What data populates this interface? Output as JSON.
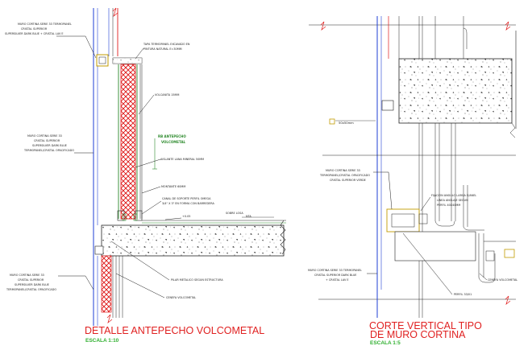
{
  "left_detail": {
    "title": "DETALLE ANTEPECHO VOLCOMETAL",
    "scale": "ESCALA 1:10",
    "annotations": {
      "muro_top_1": "MURO CORTINA SERIE 33 TERMOPANEL",
      "muro_top_2": "CRISTAL SUPERIOR",
      "muro_top_3": "SUPERSILVER DARK BLUE + CRISTAL LAV E",
      "tapa_1": "TAPA TERMOPANEL EXCAVADO EN",
      "tapa_2": "PINTURA NATURAL e=30mm",
      "volcanita": "VOLCANITA 15mm",
      "antepecho_1": "RB ANTEPECHO",
      "antepecho_2": "VOLCOMETAL",
      "muro_mid_1": "MURO CORTINA SERIE 33",
      "muro_mid_2": "CRISTAL SUPERIOR",
      "muro_mid_3": "SUPERSILVER DARK BLUE",
      "muro_mid_4": "TERMOPANEL/CRISTAL OPACIFICADO",
      "aislante": "AISLANTE LANA MINERAL 50mm",
      "montante": "MONTANTE 60mm",
      "canal_1": "CANAL DE SOPORTE PERFIL OMEGA",
      "canal_2": "3/4\" x 3\" EN FORMA CON BARREDERA",
      "nivel": "+0.05",
      "sobre_losa": "SOBRE LOSA",
      "nta": "NTA",
      "muro_low_1": "MURO CORTINA SERIE 33",
      "muro_low_2": "CRISTAL SUPERIOR",
      "muro_low_3": "SUPERSILVER DARK BLUE",
      "muro_low_4": "TERMOPANEL/CRISTAL OPACIFICADO",
      "pilar": "PILAR METALICO SEGUN ESTRUCTURA",
      "cenefa": "CENEFA VOLCOMETAL"
    }
  },
  "right_detail": {
    "title_line1": "CORTE VERTICAL TIPO",
    "title_line2": "DE MURO CORTINA",
    "scale": "ESCALA 1:5",
    "dimension": "50x50mm",
    "annotations": {
      "muro_1": "MURO CORTINA SERIE 33",
      "muro_2": "TERMOPANEL/CRISTAL OPACIFICADO",
      "muro_3": "CRISTAL SUPERIOR VERDE",
      "fijacion_1": "FIJACION ANGULO LARGA E/ANEL",
      "fijacion_2": "LINEA ANCLAJE SEGUN",
      "fijacion_3": "PERFIL 40x40mm",
      "bottom_1": "MURO CORTINA SERIE 33 TERMOPANEL",
      "bottom_2": "CRISTAL SUPERIOR DARK BLUE",
      "bottom_3": "+ CRISTAL LAV E",
      "perfil": "PERFIL 33/01",
      "cenefa": "CENEFA VOLCOMETAL"
    }
  },
  "colors": {
    "annotation_red": "#e02020",
    "scale_green": "#30b030",
    "mullion_blue": "#1f3fd6",
    "leader_black": "#1c1c1c"
  }
}
